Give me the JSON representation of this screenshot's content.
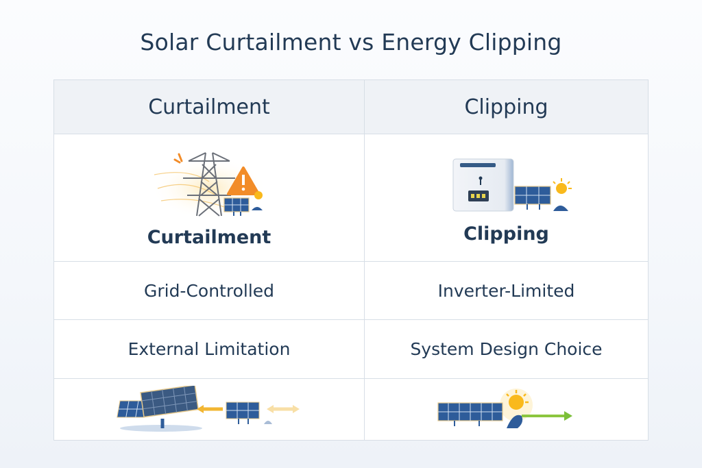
{
  "title": "Solar Curtailment vs Energy Clipping",
  "columns": [
    {
      "header": "Curtailment",
      "illustration_icon": "transmission-tower-warning-icon",
      "illustration_label": "Curtailment",
      "rows": [
        "Grid-Controlled",
        "External Limitation"
      ],
      "footer_icon": "solar-panels-reverse-flow-icon"
    },
    {
      "header": "Clipping",
      "illustration_icon": "inverter-solar-panel-icon",
      "illustration_label": "Clipping",
      "rows": [
        "Inverter-Limited",
        "System Design Choice"
      ],
      "footer_icon": "solar-panel-forward-flow-icon"
    }
  ],
  "colors": {
    "text": "#223a55",
    "header_bg": "#eff2f6",
    "border": "#d7dee6",
    "warning_orange": "#f28c28",
    "sun_yellow": "#f9b91c",
    "panel_blue": "#2e5c9a",
    "arrow_green": "#7cbf3a"
  }
}
